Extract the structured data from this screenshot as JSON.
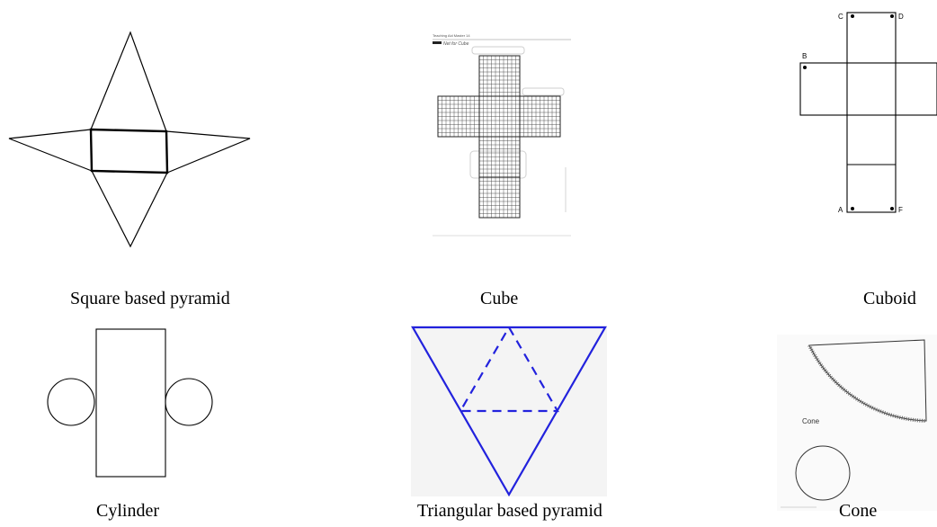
{
  "figures": [
    {
      "id": "square-pyramid",
      "caption": "Square based pyramid"
    },
    {
      "id": "cube",
      "caption": "Cube",
      "sheet_header": "Teaching Aid Master 14",
      "sheet_title": "Net for Cube"
    },
    {
      "id": "cuboid",
      "caption": "Cuboid",
      "vertex_labels": {
        "c": "C",
        "d": "D",
        "b": "B",
        "a": "A",
        "f": "F"
      }
    },
    {
      "id": "cylinder",
      "caption": "Cylinder"
    },
    {
      "id": "triangular-pyramid",
      "caption": "Triangular based pyramid"
    },
    {
      "id": "cone",
      "caption": "Cone",
      "inner_label": "Cone"
    }
  ],
  "colors": {
    "net_line": "#000000",
    "triangle_net": "#2222dd",
    "grid_line": "#444444",
    "panel_bg": "#f4f4f4"
  }
}
